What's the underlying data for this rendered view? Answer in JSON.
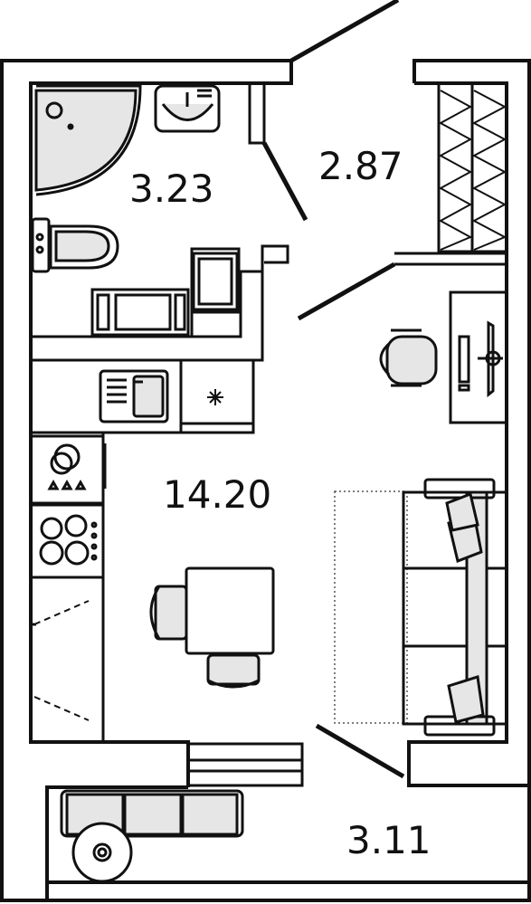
{
  "rooms": {
    "bathroom": {
      "area": "3.23"
    },
    "hall": {
      "area": "2.87"
    },
    "living": {
      "area": "14.20"
    },
    "balcony": {
      "area": "3.11"
    }
  },
  "colors": {
    "wall": "#111111",
    "furniture_fill": "#e6e6e6",
    "background": "#ffffff",
    "dotted_outline": "#555555"
  },
  "icons": [
    "shower-icon",
    "bathroom-sink-icon",
    "toilet-icon",
    "washing-machine-icon",
    "wardrobe-icon",
    "desk-icon",
    "office-chair-icon",
    "monitor-icon",
    "kitchen-sink-icon",
    "kitchen-counter-icon",
    "dishwasher-icon",
    "stove-icon",
    "fridge-icon",
    "dining-table-icon",
    "chair-icon",
    "sofa-bed-icon",
    "radiator-icon",
    "outdoor-sofa-icon",
    "round-table-icon"
  ]
}
